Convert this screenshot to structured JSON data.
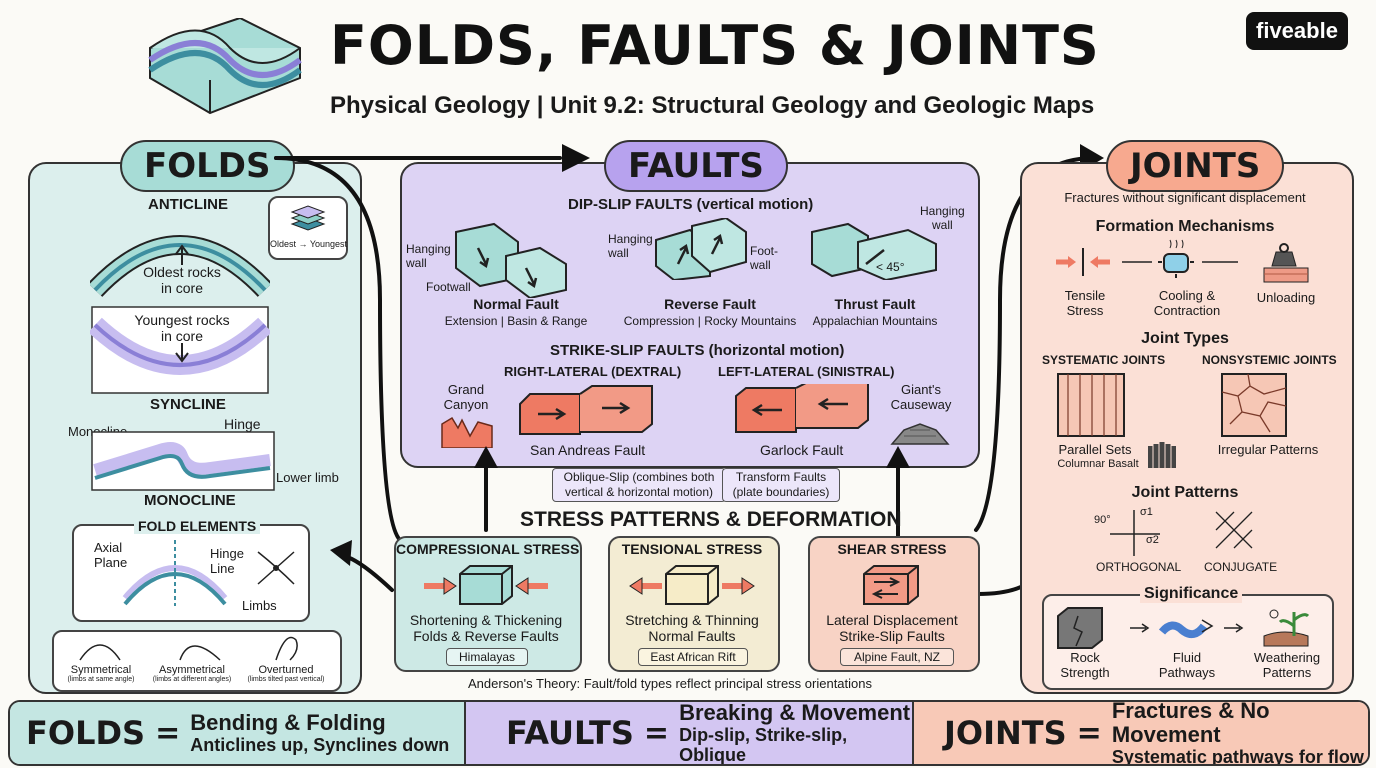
{
  "header": {
    "title": "FOLDS, FAULTS & JOINTS",
    "subtitle": "Physical Geology | Unit 9.2: Structural Geology and Geologic Maps",
    "brand": "fiveable"
  },
  "folds": {
    "heading": "FOLDS",
    "anticline": "ANTICLINE",
    "legend": "Oldest → Youngest",
    "oldest_core": "Oldest rocks\nin core",
    "youngest_core": "Youngest rocks\nin core",
    "syncline": "SYNCLINE",
    "monocline_label": "Monocline",
    "hinge": "Hinge",
    "lower_limb": "Lower limb",
    "monocline": "MONOCLINE",
    "fold_elements": "FOLD ELEMENTS",
    "axial_plane": "Axial\nPlane",
    "hinge_line": "Hinge\nLine",
    "limbs": "Limbs",
    "types": [
      {
        "name": "Symmetrical",
        "desc": "(limbs at same angle)"
      },
      {
        "name": "Asymmetrical",
        "desc": "(limbs at different angles)"
      },
      {
        "name": "Overturned",
        "desc": "(limbs tilted past vertical)"
      }
    ]
  },
  "faults": {
    "heading": "FAULTS",
    "dip_slip": "DIP-SLIP FAULTS (vertical motion)",
    "hanging_wall": "Hanging\nwall",
    "footwall": "Footwall",
    "foot_wall": "Foot-\nwall",
    "angle": "< 45°",
    "normal": {
      "name": "Normal Fault",
      "desc": "Extension | Basin & Range"
    },
    "reverse": {
      "name": "Reverse Fault",
      "desc": "Compression | Rocky Mountains"
    },
    "thrust": {
      "name": "Thrust Fault",
      "desc": "Appalachian Mountains"
    },
    "strike_slip": "STRIKE-SLIP FAULTS (horizontal motion)",
    "right_lateral": "RIGHT-LATERAL (DEXTRAL)",
    "left_lateral": "LEFT-LATERAL (SINISTRAL)",
    "grand_canyon": "Grand\nCanyon",
    "giants_causeway": "Giant's\nCauseway",
    "san_andreas": "San Andreas Fault",
    "garlock": "Garlock Fault",
    "oblique": "Oblique-Slip (combines both\nvertical & horizontal motion)",
    "transform": "Transform Faults\n(plate boundaries)"
  },
  "joints": {
    "heading": "JOINTS",
    "desc": "Fractures without significant displacement",
    "formation": "Formation Mechanisms",
    "tensile": "Tensile\nStress",
    "cooling": "Cooling &\nContraction",
    "unloading": "Unloading",
    "joint_types": "Joint Types",
    "systematic": "SYSTEMATIC JOINTS",
    "nonsystematic": "NONSYSTEMIC JOINTS",
    "parallel": "Parallel Sets",
    "columnar": "Columnar Basalt",
    "irregular": "Irregular Patterns",
    "patterns": "Joint Patterns",
    "deg90": "90°",
    "sigma1": "σ1",
    "sigma2": "σ2",
    "orthogonal": "ORTHOGONAL",
    "conjugate": "CONJUGATE",
    "significance": "Significance",
    "rock": "Rock\nStrength",
    "fluid": "Fluid\nPathways",
    "weathering": "Weathering\nPatterns"
  },
  "stress": {
    "heading": "STRESS PATTERNS & DEFORMATION",
    "compressional": {
      "name": "COMPRESSIONAL STRESS",
      "l1": "Shortening & Thickening",
      "l2": "Folds & Reverse Faults",
      "example": "Himalayas"
    },
    "tensional": {
      "name": "TENSIONAL STRESS",
      "l1": "Stretching & Thinning",
      "l2": "Normal Faults",
      "example": "East African Rift"
    },
    "shear": {
      "name": "SHEAR STRESS",
      "l1": "Lateral Displacement",
      "l2": "Strike-Slip Faults",
      "example": "Alpine Fault, NZ"
    },
    "anderson": "Anderson's Theory: Fault/fold types reflect principal stress orientations"
  },
  "summary": [
    {
      "big": "FOLDS",
      "eq": "=",
      "l1": "Bending & Folding",
      "l2": "Anticlines up, Synclines down",
      "color": "#c4e6e2"
    },
    {
      "big": "FAULTS",
      "eq": "=",
      "l1": "Breaking & Movement",
      "l2": "Dip-slip, Strike-slip, Oblique",
      "color": "#d3c6f2"
    },
    {
      "big": "JOINTS",
      "eq": "=",
      "l1": "Fractures & No Movement",
      "l2": "Systematic pathways for flow",
      "color": "#f8c9b7"
    }
  ],
  "colors": {
    "folds": "#dcefed",
    "faults": "#ddd3f4",
    "joints": "#fbe0d6",
    "teal": "#a7dcd6",
    "purple": "#b7a2ee",
    "salmon": "#f7a98f",
    "fault_red": "#ee7a63"
  }
}
